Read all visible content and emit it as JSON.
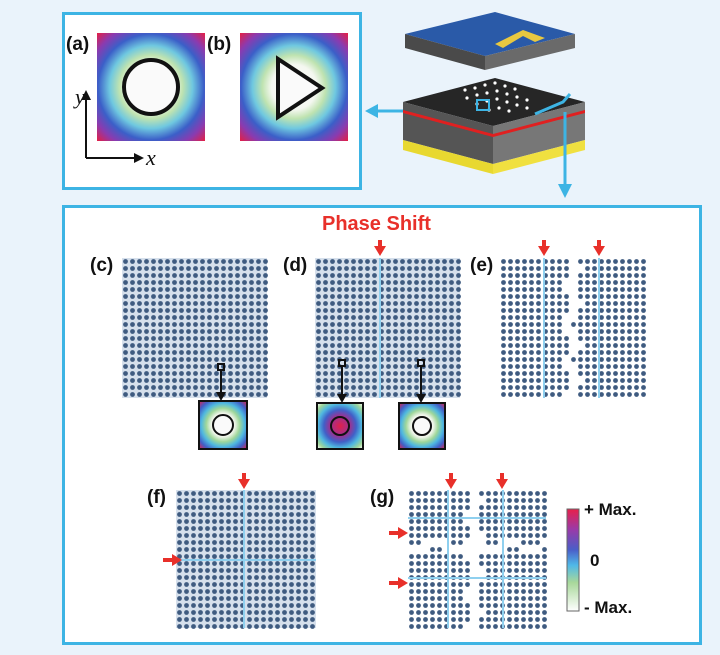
{
  "panels": {
    "a": "(a)",
    "b": "(b)",
    "c": "(c)",
    "d": "(d)",
    "e": "(e)",
    "f": "(f)",
    "g": "(g)"
  },
  "axes": {
    "x": "x",
    "y": "y"
  },
  "phase_title": "Phase Shift",
  "colorbar": {
    "max": "+ Max.",
    "zero": "0",
    "min": "- Max."
  },
  "colors": {
    "frame": "#3db4e4",
    "arrow_red": "#e8302a",
    "lattice": "#3f5b80"
  }
}
